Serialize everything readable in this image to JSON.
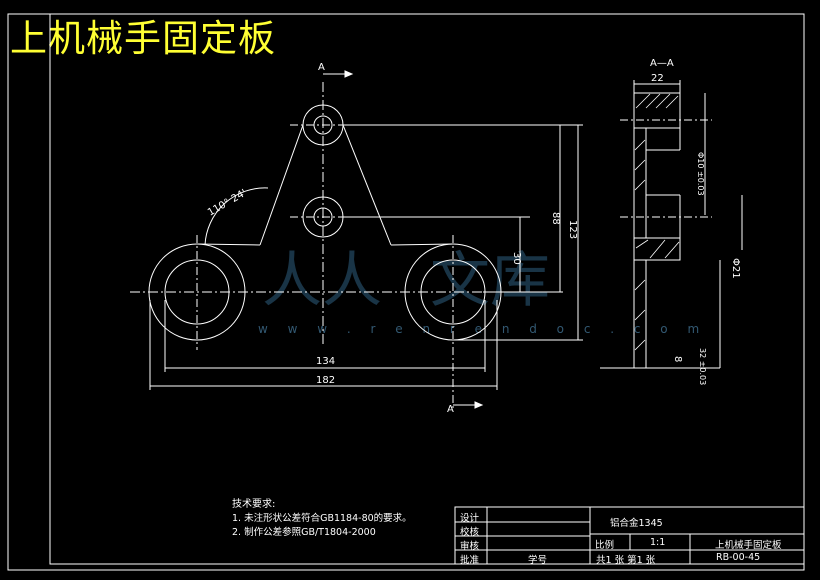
{
  "title": "上机械手固定板",
  "section_label": "A—A",
  "view_markers": [
    "A",
    "A"
  ],
  "dimensions": {
    "angle": "110° 24'",
    "d134": "134",
    "d182": "182",
    "d88": "88",
    "d123": "123",
    "d30": "30",
    "d22": "22",
    "d8": "8",
    "phi21": "Φ21",
    "phi10": "Φ10 ±0.03",
    "d32": "32 ±0.03"
  },
  "tech": {
    "heading": "技术要求:",
    "line1": "1. 未注形状公差符合GB1184-80的要求。",
    "line2": "2. 制作公差参照GB/T1804-2000"
  },
  "title_block": {
    "design": "设计",
    "proof": "校核",
    "review": "审核",
    "approve": "批准",
    "student_no": "学号",
    "material": "铝合金1345",
    "scale_label": "比例",
    "scale": "1:1",
    "sheets": "共1  张  第1  张",
    "drawing_name": "上机械手固定板",
    "drawing_no": "RB-00-45"
  },
  "watermark": "w w w . r e n r e n d o c . c o m",
  "colors": {
    "title": "#ffff33",
    "lines": "#ffffff",
    "watermark": "#2e5f80"
  }
}
